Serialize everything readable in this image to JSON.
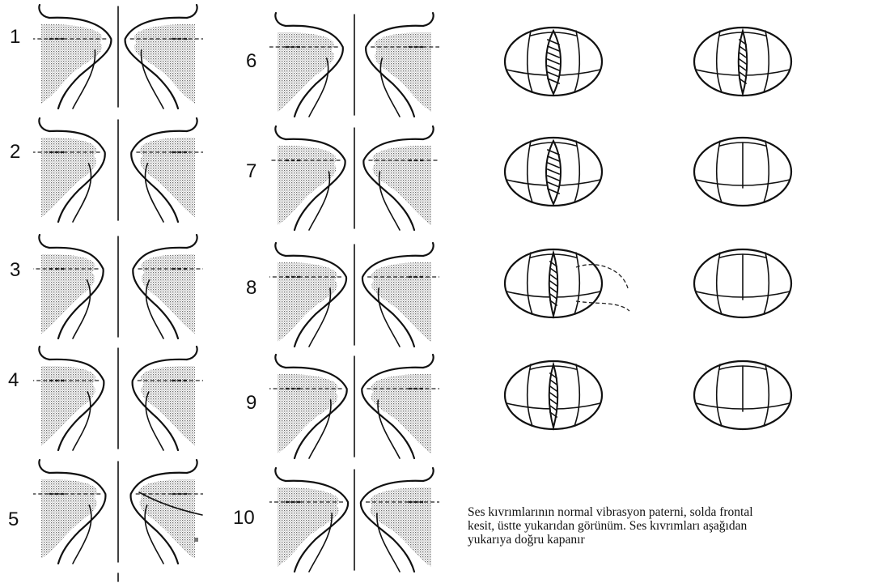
{
  "frontal_frames": [
    {
      "label": "1"
    },
    {
      "label": "2"
    },
    {
      "label": "3"
    },
    {
      "label": "4"
    },
    {
      "label": "5"
    },
    {
      "label": "6"
    },
    {
      "label": "7"
    },
    {
      "label": "8"
    },
    {
      "label": "9"
    },
    {
      "label": "10"
    }
  ],
  "caption_lines": [
    "Ses kıvrımlarının normal vibrasyon paterni, solda frontal",
    "kesit, üstte yukarıdan görünüm. Ses kıvrımları aşağıdan",
    "yukarıya doğru kapanır"
  ]
}
